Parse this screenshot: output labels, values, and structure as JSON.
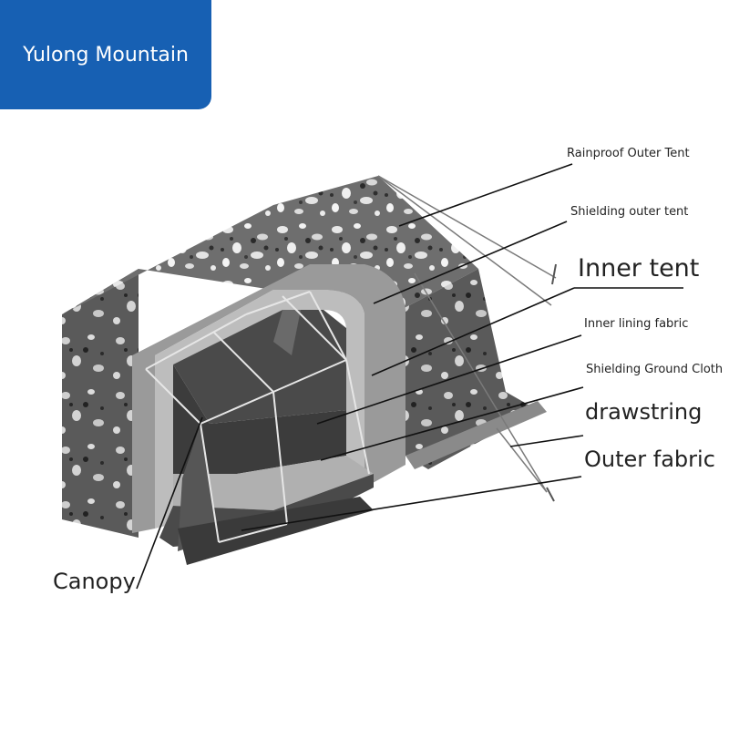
{
  "brand": {
    "name": "Yulong Mountain",
    "color": "#1760b3"
  },
  "labels": {
    "rainproof_outer_tent": "Rainproof Outer Tent",
    "shielding_outer_tent": "Shielding outer tent",
    "inner_tent": "Inner tent",
    "inner_lining_fabric": "Inner lining fabric",
    "shielding_ground_cloth": "Shielding Ground Cloth",
    "drawstring": "drawstring",
    "outer_fabric": "Outer fabric",
    "canopy": "Canopy"
  }
}
